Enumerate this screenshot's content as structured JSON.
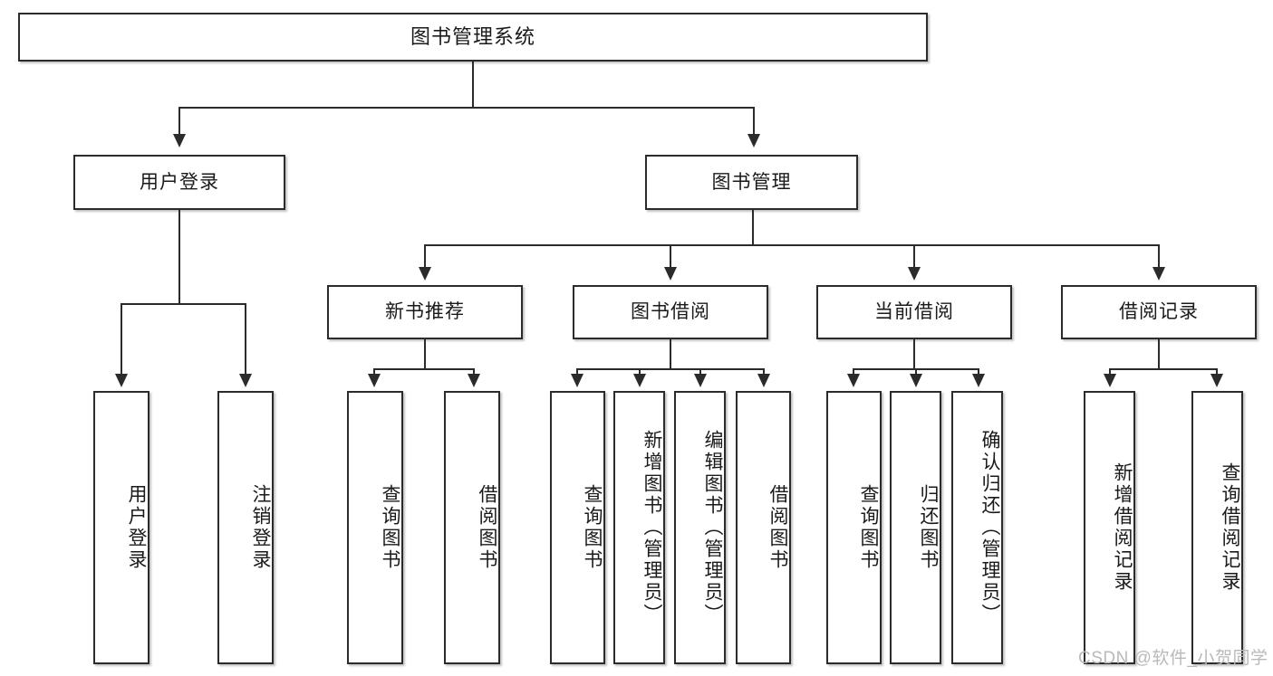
{
  "diagram": {
    "title": "图书管理系统",
    "type": "tree-hierarchy-functional-structure",
    "root": {
      "label": "图书管理系统"
    },
    "level2": [
      {
        "label": "用户登录"
      },
      {
        "label": "图书管理"
      }
    ],
    "level3": [
      {
        "label": "新书推荐"
      },
      {
        "label": "图书借阅"
      },
      {
        "label": "当前借阅"
      },
      {
        "label": "借阅记录"
      }
    ],
    "leaves": {
      "user_login": [
        {
          "label": "用户登录"
        },
        {
          "label": "注销登录"
        }
      ],
      "new_book_recommend": [
        {
          "label": "查询图书"
        },
        {
          "label": "借阅图书"
        }
      ],
      "book_borrow": [
        {
          "label": "查询图书"
        },
        {
          "label": "新增图书（管理员）"
        },
        {
          "label": "编辑图书（管理员）"
        },
        {
          "label": "借阅图书"
        }
      ],
      "current_borrow": [
        {
          "label": "查询图书"
        },
        {
          "label": "归还图书"
        },
        {
          "label": "确认归还（管理员）"
        }
      ],
      "borrow_record": [
        {
          "label": "新增借阅记录"
        },
        {
          "label": "查询借阅记录"
        }
      ]
    }
  },
  "watermark": {
    "text": "CSDN @软件_小贺同学"
  },
  "colors": {
    "stroke": "#2b2b2b",
    "fill": "#ffffff",
    "text": "#1a1a1a",
    "watermark": "#b9b9b9"
  }
}
